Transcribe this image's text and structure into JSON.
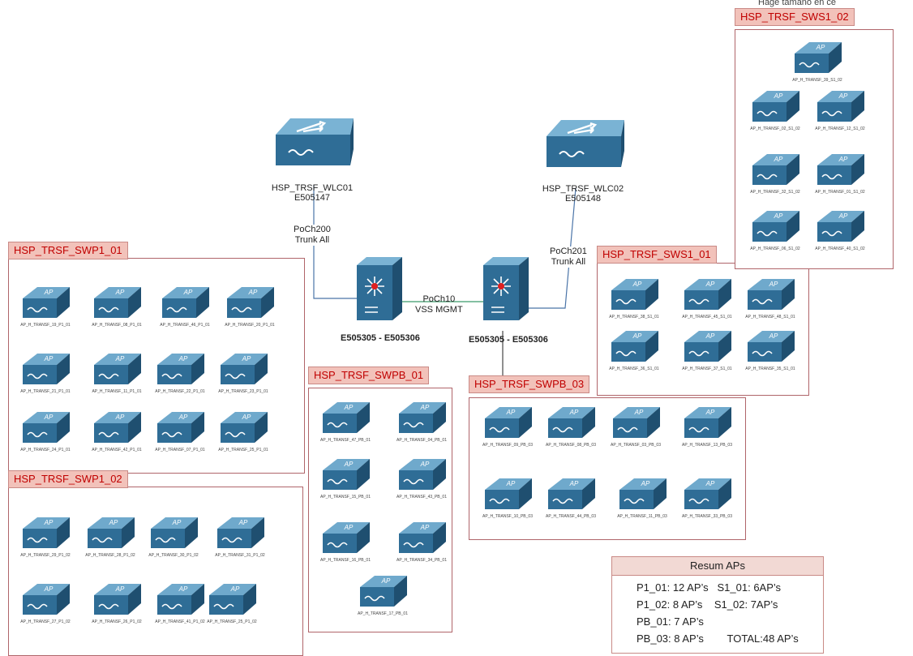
{
  "top_right_text": "Hage tamaño en ce",
  "devices": {
    "wlc01": {
      "name": "HSP_TRSF_WLC01",
      "id": "E505147"
    },
    "wlc02": {
      "name": "HSP_TRSF_WLC02",
      "id": "E505148"
    },
    "core_left": {
      "label": "E505305 - E505306"
    },
    "core_right": {
      "label": "E505305 - E505306"
    }
  },
  "links": {
    "poch200": [
      "PoCh200",
      "Trunk All"
    ],
    "poch201": [
      "PoCh201",
      "Trunk All"
    ],
    "poch10": [
      "PoCh10",
      "VSS MGMT"
    ]
  },
  "groups": {
    "swp1_01": {
      "title": "HSP_TRSF_SWP1_01",
      "aps": [
        "AP_H_TRANSF_19_P1_01",
        "AP_H_TRANSF_08_P1_01",
        "AP_H_TRANSF_46_P1_01",
        "AP_H_TRANSF_20_P1_01",
        "AP_H_TRANSF_21_P1_01",
        "AP_H_TRANSF_11_P1_01",
        "AP_H_TRANSF_22_P1_01",
        "AP_H_TRANSF_23_P1_01",
        "AP_H_TRANSF_24_P1_01",
        "AP_H_TRANSF_42_P1_01",
        "AP_H_TRANSF_07_P1_01",
        "AP_H_TRANSF_25_P1_01"
      ]
    },
    "swp1_02": {
      "title": "HSP_TRSF_SWP1_02",
      "aps": [
        "AP_H_TRANSF_29_P1_02",
        "AP_H_TRANSF_28_P1_02",
        "AP_H_TRANSF_30_P1_02",
        "AP_H_TRANSF_31_P1_02",
        "AP_H_TRANSF_27_P1_02",
        "AP_H_TRANSF_26_P1_02",
        "AP_H_TRANSF_41_P1_02",
        "AP_H_TRANSF_25_P1_02"
      ]
    },
    "swpb_01": {
      "title": "HSP_TRSF_SWPB_01",
      "aps": [
        "AP_H_TRANSF_47_PB_01",
        "AP_H_TRANSF_04_PB_01",
        "AP_H_TRANSF_15_PB_01",
        "AP_H_TRANSF_43_PB_01",
        "AP_H_TRANSF_16_PB_01",
        "AP_H_TRANSF_34_PB_01",
        "AP_H_TRANSF_17_PB_01"
      ]
    },
    "swpb_03": {
      "title": "HSP_TRSF_SWPB_03",
      "aps": [
        "AP_H_TRANSF_09_PB_03",
        "AP_H_TRANSF_08_PB_03",
        "AP_H_TRANSF_03_PB_03",
        "AP_H_TRANSF_13_PB_03",
        "AP_H_TRANSF_10_PB_03",
        "AP_H_TRANSF_44_PB_03",
        "AP_H_TRANSF_11_PB_03",
        "AP_H_TRANSF_33_PB_03"
      ]
    },
    "sws1_01": {
      "title": "HSP_TRSF_SWS1_01",
      "aps": [
        "AP_H_TRANSF_38_S1_01",
        "AP_H_TRANSF_45_S1_01",
        "AP_H_TRANSF_48_S1_01",
        "AP_H_TRANSF_36_S1_01",
        "AP_H_TRANSF_37_S1_01",
        "AP_H_TRANSF_35_S1_01"
      ]
    },
    "sws1_02": {
      "title": "HSP_TRSF_SWS1_02",
      "aps": [
        "AP_H_TRANSF_39_S1_02",
        "AP_H_TRANSF_02_S1_02",
        "AP_H_TRANSF_12_S1_02",
        "AP_H_TRANSF_32_S1_02",
        "AP_H_TRANSF_01_S1_02",
        "AP_H_TRANSF_06_S1_02",
        "AP_H_TRANSF_40_S1_02"
      ]
    }
  },
  "ap_icon_text": "AP",
  "summary": {
    "title": "Resum APs",
    "lines": [
      "P1_01: 12 AP’s   S1_01: 6AP’s",
      "P1_02: 8 AP’s    S1_02: 7AP’s",
      "PB_01: 7 AP’s",
      "PB_03: 8 AP’s        TOTAL:48 AP’s"
    ]
  }
}
